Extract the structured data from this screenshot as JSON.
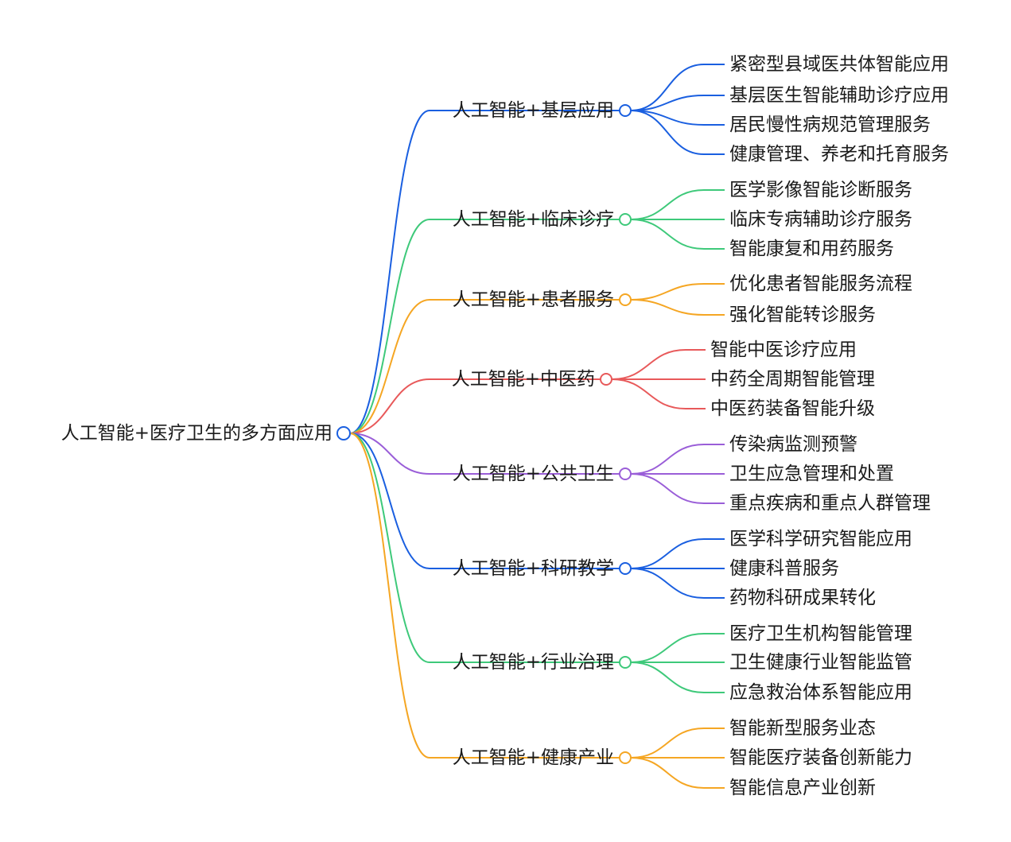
{
  "colors": {
    "blue": "#1a5fe0",
    "green": "#3ec97a",
    "orange": "#f5a623",
    "red": "#e8595a",
    "purple": "#9a5ed8",
    "text": "#1a1a1a"
  },
  "root": {
    "label": "人工智能+医疗卫生的多方面应用",
    "color": "#1a5fe0"
  },
  "branches": [
    {
      "label": "人工智能+基层应用",
      "color": "#1a5fe0",
      "children": [
        "紧密型县域医共体智能应用",
        "基层医生智能辅助诊疗应用",
        "居民慢性病规范管理服务",
        "健康管理、养老和托育服务"
      ]
    },
    {
      "label": "人工智能+临床诊疗",
      "color": "#3ec97a",
      "children": [
        "医学影像智能诊断服务",
        "临床专病辅助诊疗服务",
        "智能康复和用药服务"
      ]
    },
    {
      "label": "人工智能+患者服务",
      "color": "#f5a623",
      "children": [
        "优化患者智能服务流程",
        "强化智能转诊服务"
      ]
    },
    {
      "label": "人工智能+中医药",
      "color": "#e8595a",
      "children": [
        "智能中医诊疗应用",
        "中药全周期智能管理",
        "中医药装备智能升级"
      ]
    },
    {
      "label": "人工智能+公共卫生",
      "color": "#9a5ed8",
      "children": [
        "传染病监测预警",
        "卫生应急管理和处置",
        "重点疾病和重点人群管理"
      ]
    },
    {
      "label": "人工智能+科研教学",
      "color": "#1a5fe0",
      "children": [
        "医学科学研究智能应用",
        "健康科普服务",
        "药物科研成果转化"
      ]
    },
    {
      "label": "人工智能+行业治理",
      "color": "#3ec97a",
      "children": [
        "医疗卫生机构智能管理",
        "卫生健康行业智能监管",
        "应急救治体系智能应用"
      ]
    },
    {
      "label": "人工智能+健康产业",
      "color": "#f5a623",
      "children": [
        "智能新型服务业态",
        "智能医疗装备创新能力",
        "智能信息产业创新"
      ]
    }
  ]
}
